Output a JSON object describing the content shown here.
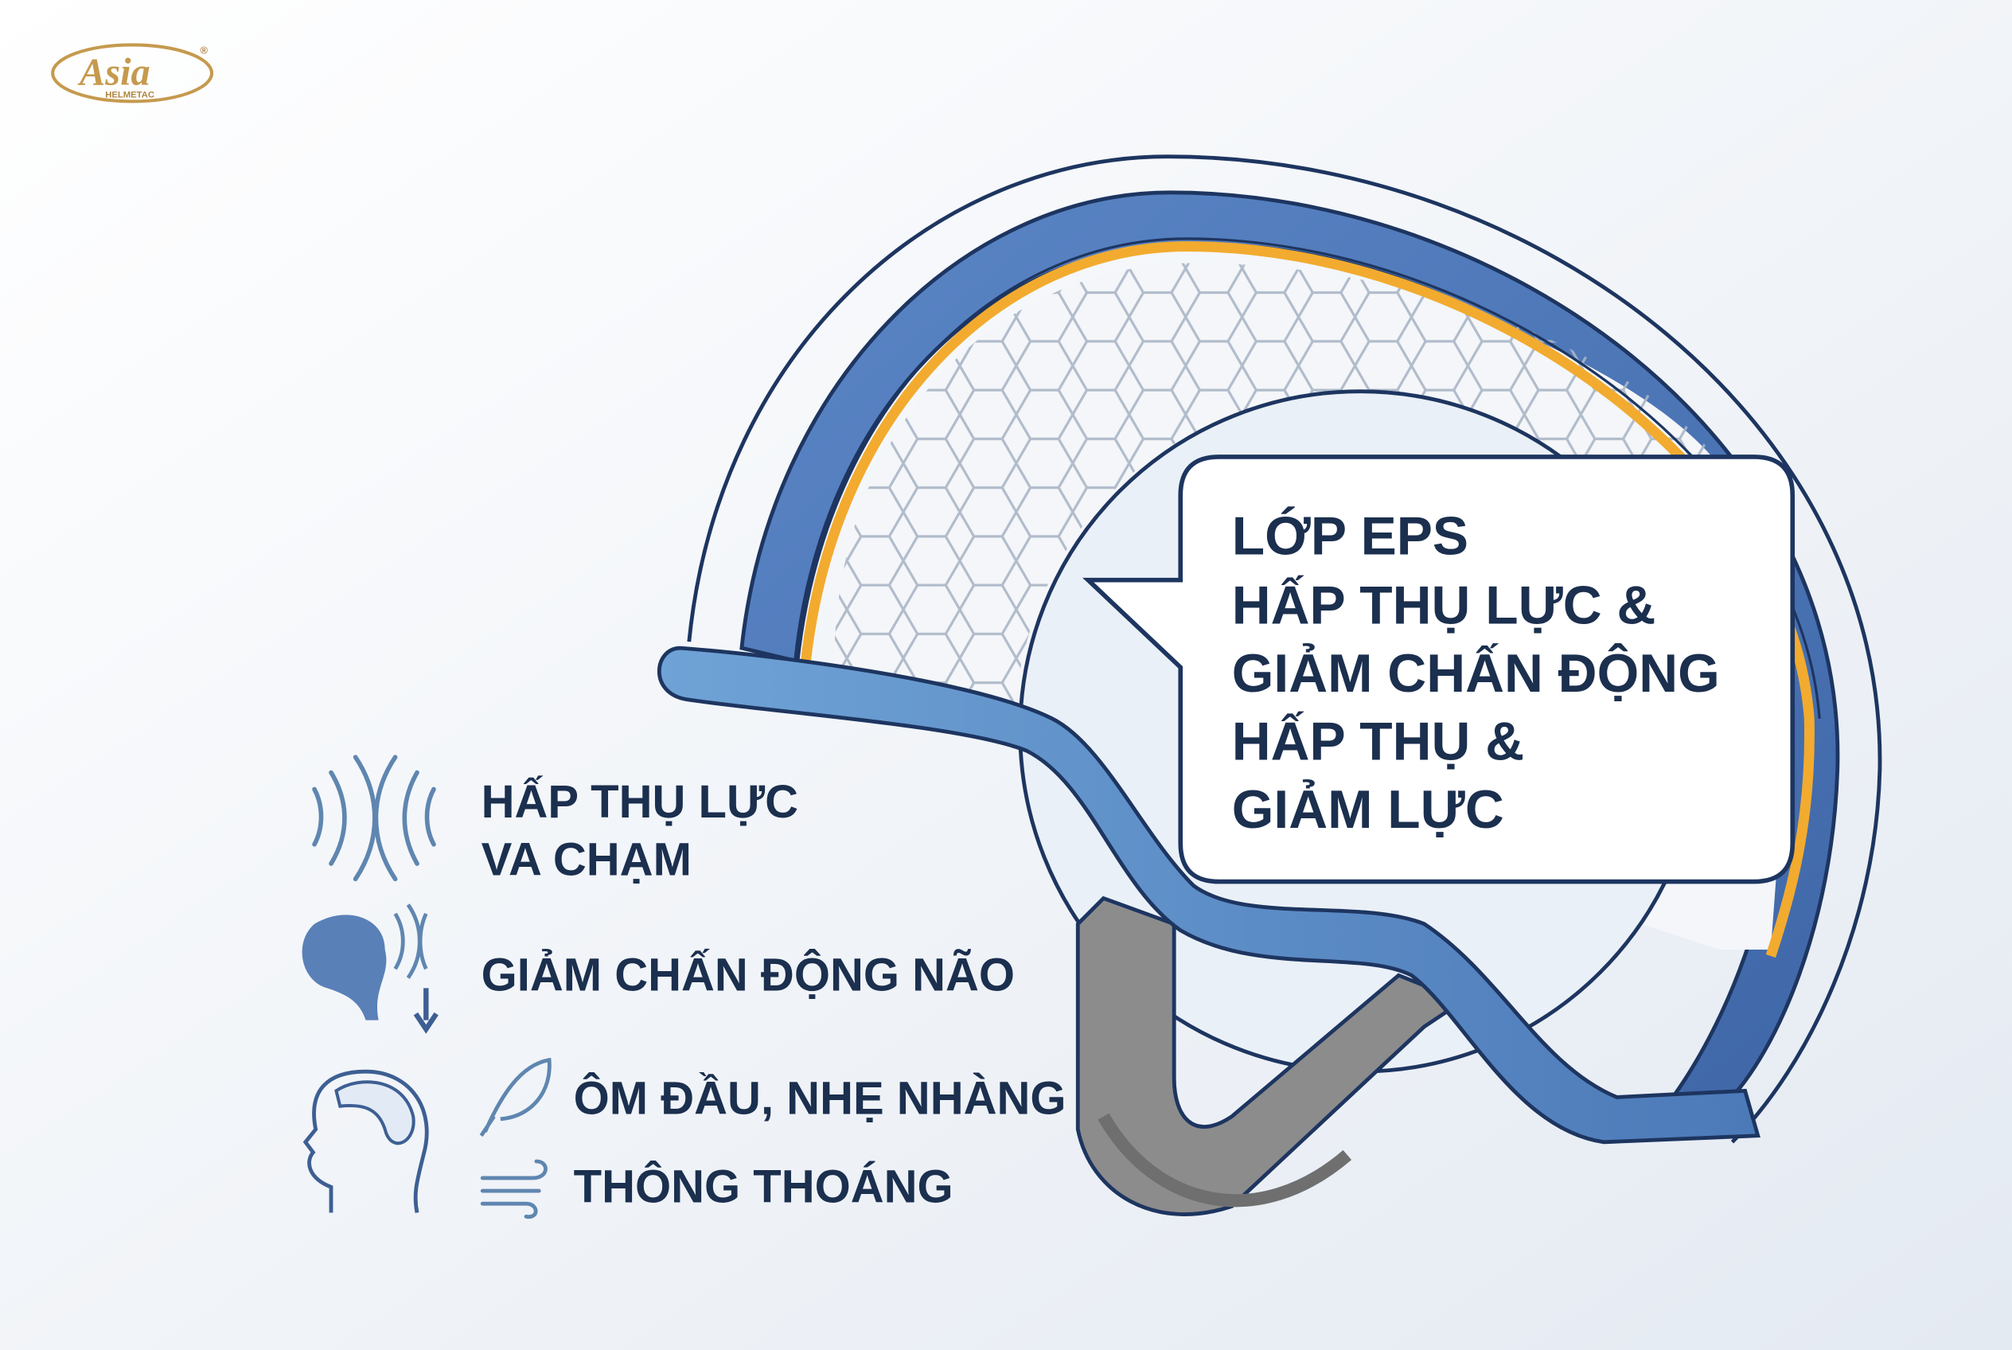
{
  "logo": {
    "brand": "Asia",
    "sub": "HELMETAC",
    "mark": "®"
  },
  "callout": {
    "lines": [
      "LỚP EPS",
      "HẤP THỤ LỰC &",
      "GIẢM CHẤN ĐỘNG",
      "HẤP THỤ &",
      "GIẢM LỰC"
    ]
  },
  "features": [
    {
      "icon": "sound-waves-icon",
      "lines": [
        "HẤP THỤ LỰC",
        "VA CHẠM"
      ]
    },
    {
      "icon": "brain-vibration-icon",
      "lines": [
        "GIẢM CHẤN ĐỘNG NÃO"
      ]
    },
    {
      "icon": "feather-icon",
      "lines": [
        "ÔM ĐẦU, NHẸ NHÀNG"
      ]
    },
    {
      "icon": "wind-icon",
      "lines": [
        "THÔNG THOÁNG"
      ]
    }
  ],
  "colors": {
    "shell": "#4e78b8",
    "outline": "#1d3560",
    "accent": "#f2ab2f",
    "text": "#1b2f4e",
    "logo": "#c59a4e",
    "strap": "#8c8c8c"
  }
}
